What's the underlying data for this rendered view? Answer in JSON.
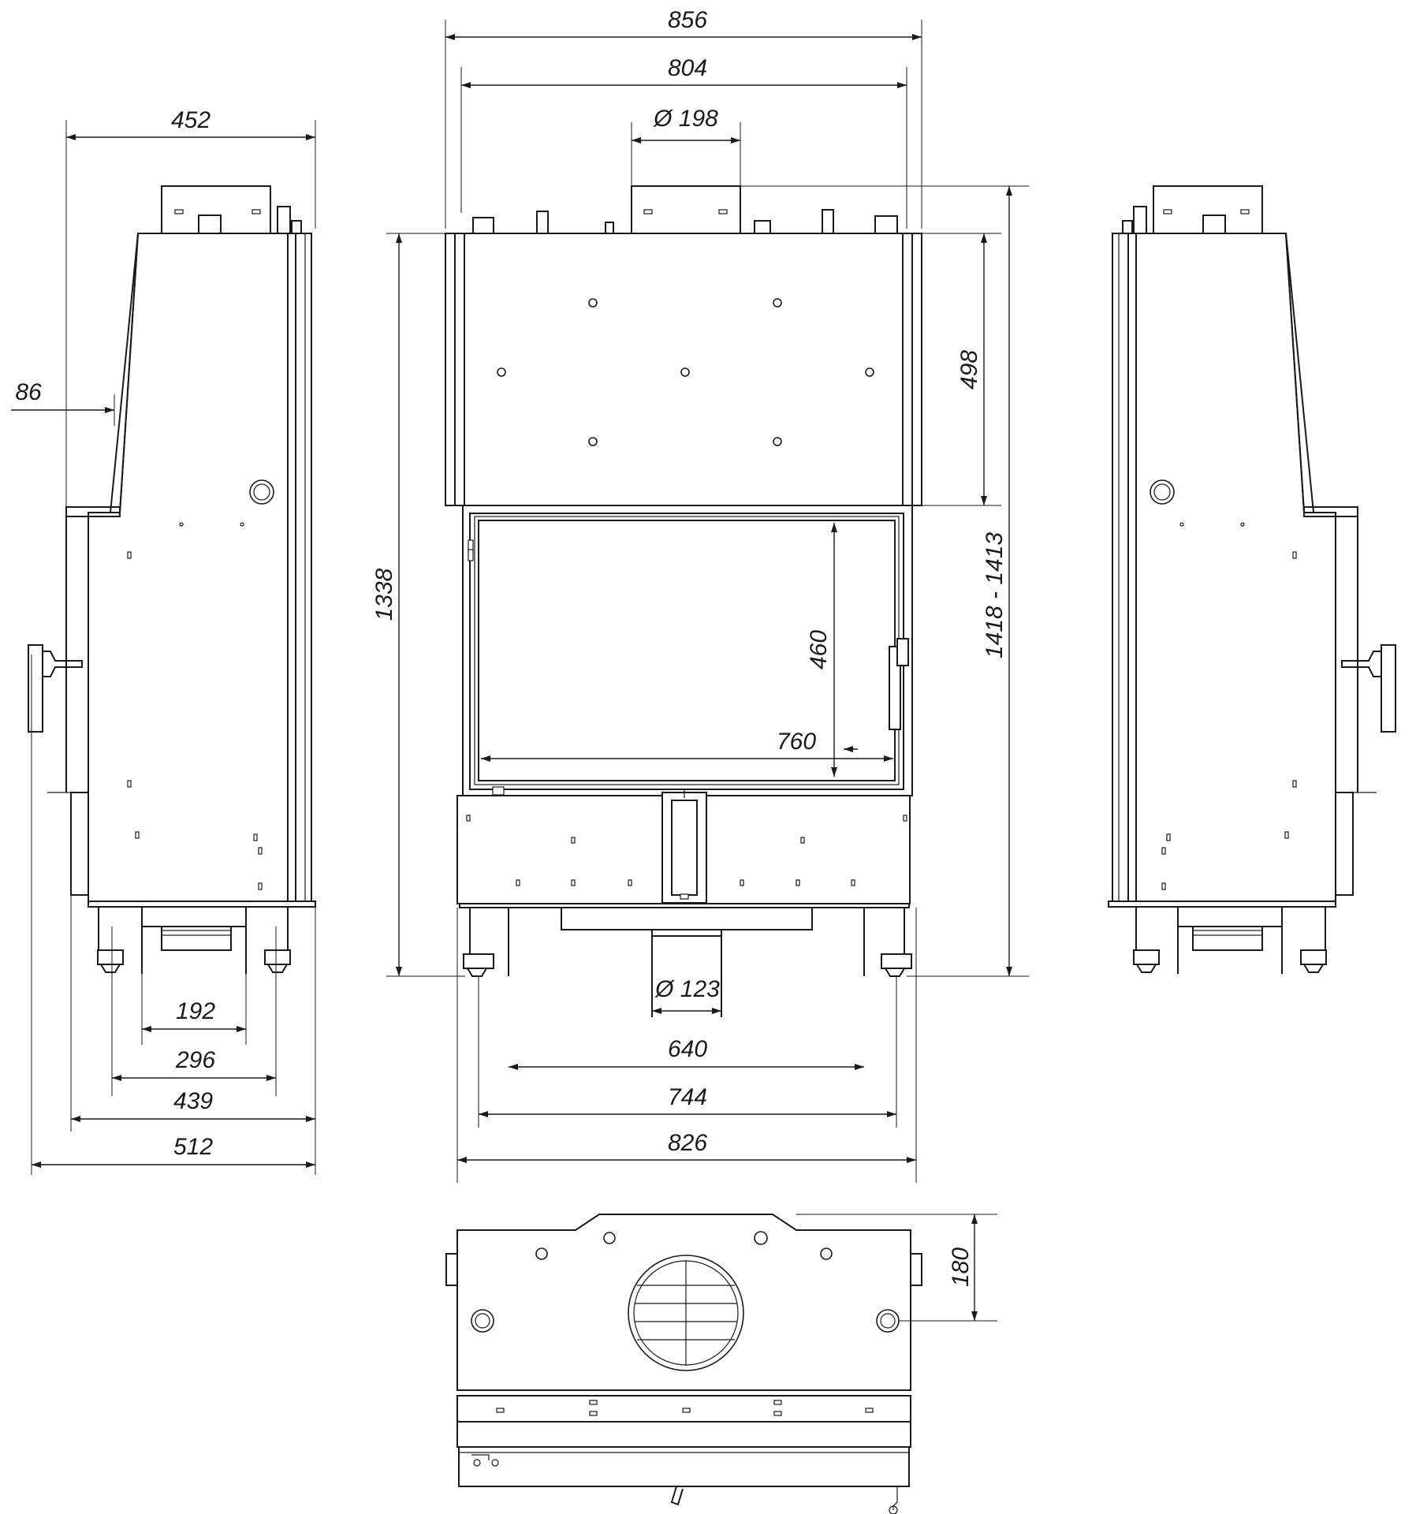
{
  "dimensions": {
    "side_overall_width": "452",
    "side_depth_offset": "86",
    "leg_inner": "192",
    "leg_outer": "296",
    "base_depth": "439",
    "total_depth": "512",
    "front_top_width": "856",
    "front_body_width": "804",
    "flue_diameter": "Ø 198",
    "height_body": "1338",
    "height_total": "1418 - 1413",
    "upper_section_height": "498",
    "glass_height": "460",
    "glass_width": "760",
    "air_inlet_diameter": "Ø 123",
    "legs_inner": "640",
    "legs_center": "744",
    "base_width": "826",
    "top_view_depth": "180"
  }
}
